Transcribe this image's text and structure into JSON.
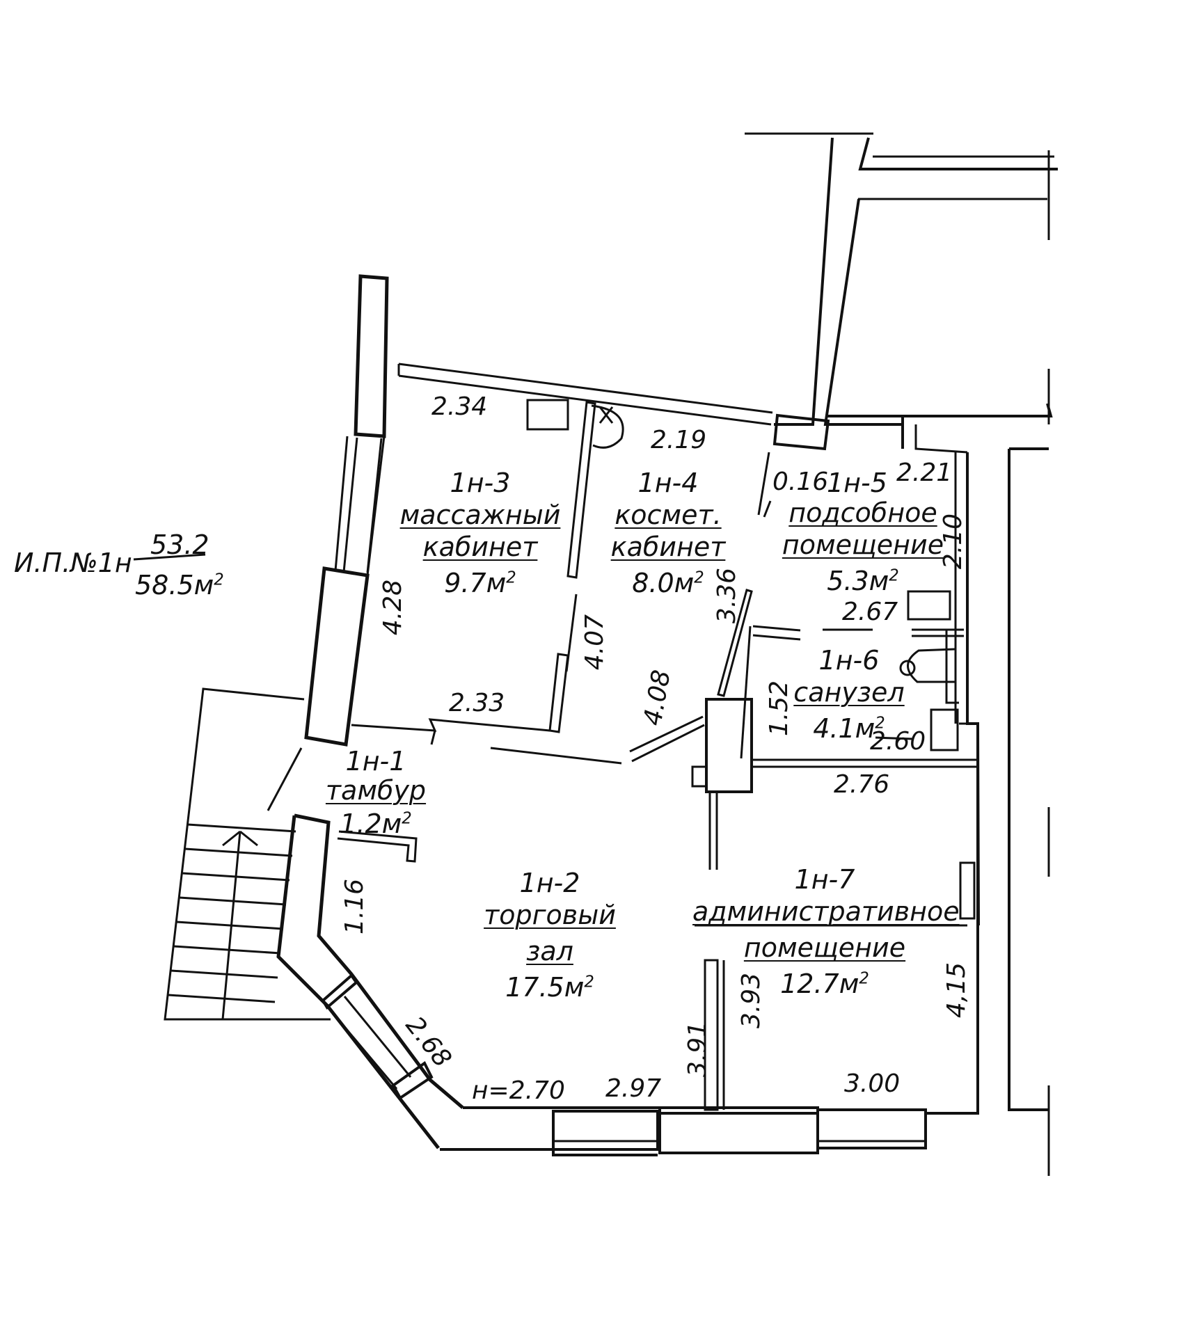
{
  "summary": {
    "prefix": "И.П.№1н",
    "numerator": "53.2",
    "denominator": "58.5м",
    "denominator_sup": "2"
  },
  "rooms": [
    {
      "id": "1н-3",
      "name": [
        "массажный",
        "кабинет"
      ],
      "area": "9.7м",
      "sup": "2"
    },
    {
      "id": "1н-4",
      "name": [
        "космет.",
        "кабинет"
      ],
      "area": "8.0м",
      "sup": "2"
    },
    {
      "id": "1н-5",
      "name": [
        "подсобное",
        "помещение"
      ],
      "area": "5.3м",
      "sup": "2"
    },
    {
      "id": "1н-6",
      "name": [
        "санузел"
      ],
      "area": "4.1м",
      "sup": "2"
    },
    {
      "id": "1н-1",
      "name": [
        "тамбур"
      ],
      "area": "1.2м",
      "sup": "2"
    },
    {
      "id": "1н-2",
      "name": [
        "торговый",
        "зал"
      ],
      "area": "17.5м",
      "sup": "2"
    },
    {
      "id": "1н-7",
      "name": [
        "административное",
        "помещение"
      ],
      "area": "12.7м",
      "sup": "2"
    }
  ],
  "dimensions": {
    "d234": "2.34",
    "d219": "2.19",
    "d016": "0.16",
    "d221": "2.21",
    "d210": "2.10",
    "d428": "4.28",
    "d407": "4.07",
    "d336": "3.36",
    "d267": "2.67",
    "d408": "4.08",
    "d152": "1.52",
    "d233": "2.33",
    "d260": "2.60",
    "d276": "2.76",
    "d116": "1.16",
    "d393": "3.93",
    "d415": "4,15",
    "d268": "2.68",
    "d391": "3.91",
    "h270": "н=2.70",
    "d297": "2.97",
    "d300": "3.00"
  }
}
